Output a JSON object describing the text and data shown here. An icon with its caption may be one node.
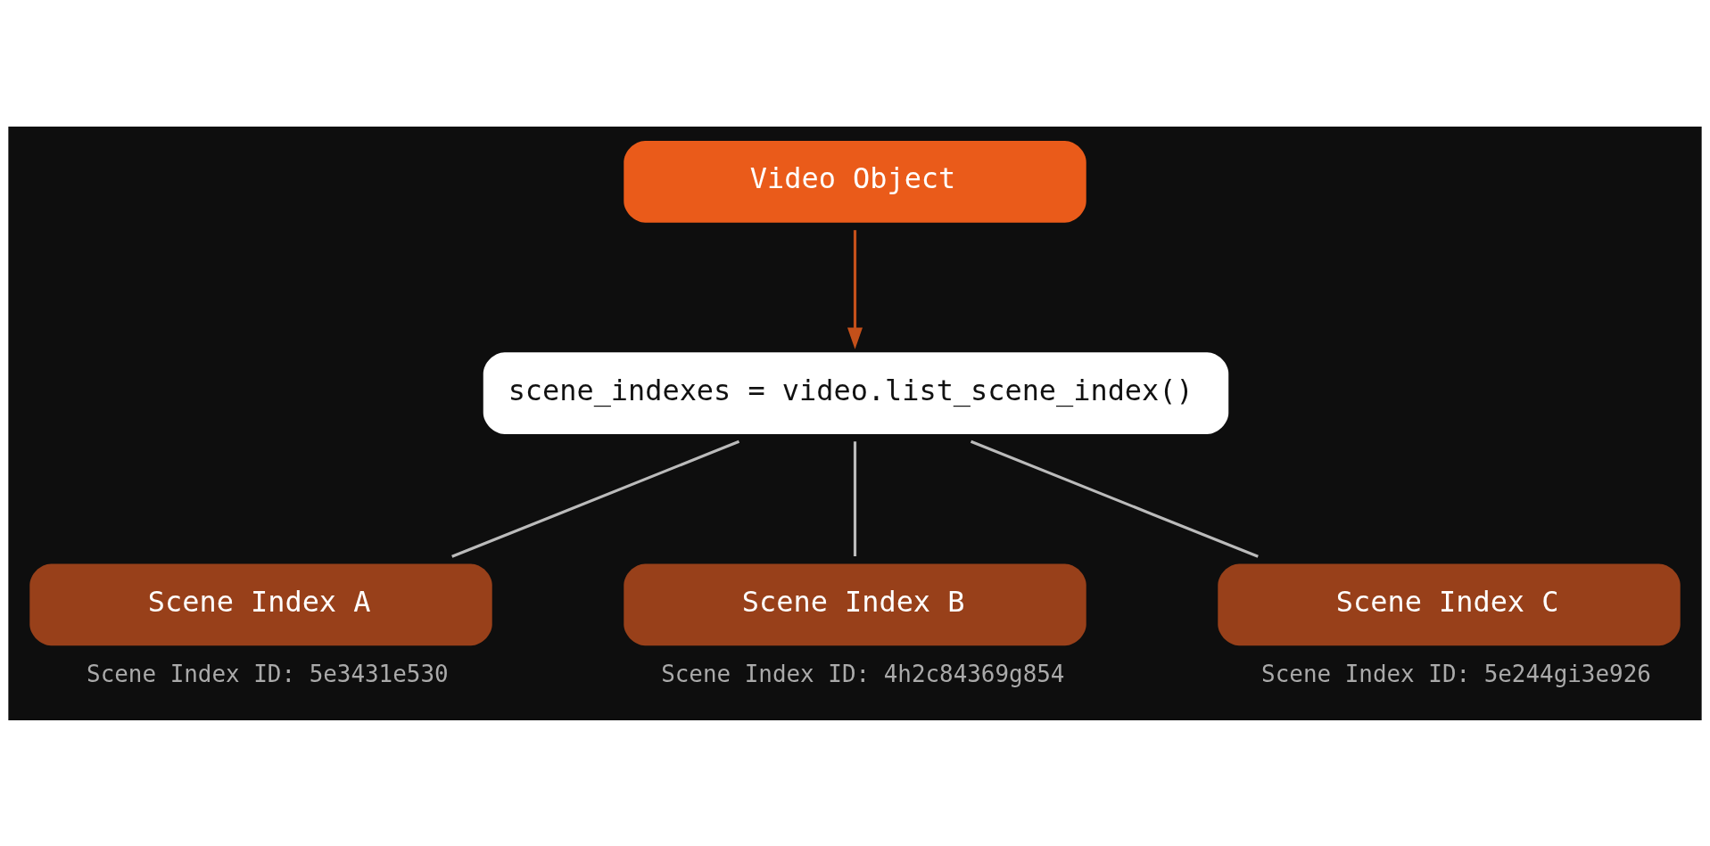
{
  "diagram": {
    "nodes": [
      {
        "text": [
          "Video Object"
        ]
      },
      {
        "text": [
          "scene_indexes = video.list_scene_index()"
        ]
      },
      {
        "text": [
          "Scene Index A"
        ],
        "beside": [
          "Scene Index ID: 5e3431e530"
        ]
      },
      {
        "text": [
          "Scene Index B"
        ],
        "beside": [
          "Scene Index ID: 4h2c84369g854"
        ]
      },
      {
        "text": [
          "Scene Index C"
        ],
        "beside": [
          "Scene Index ID: 5e244gi3e926"
        ]
      }
    ],
    "edges": [
      {
        "from": 0,
        "to": 1,
        "arrow": "to",
        "color": "#c4501a"
      },
      {
        "from": 1,
        "to": 2,
        "arrow": "none"
      },
      {
        "from": 1,
        "to": 3,
        "arrow": "none"
      },
      {
        "from": 1,
        "to": 4,
        "arrow": "none"
      }
    ]
  }
}
